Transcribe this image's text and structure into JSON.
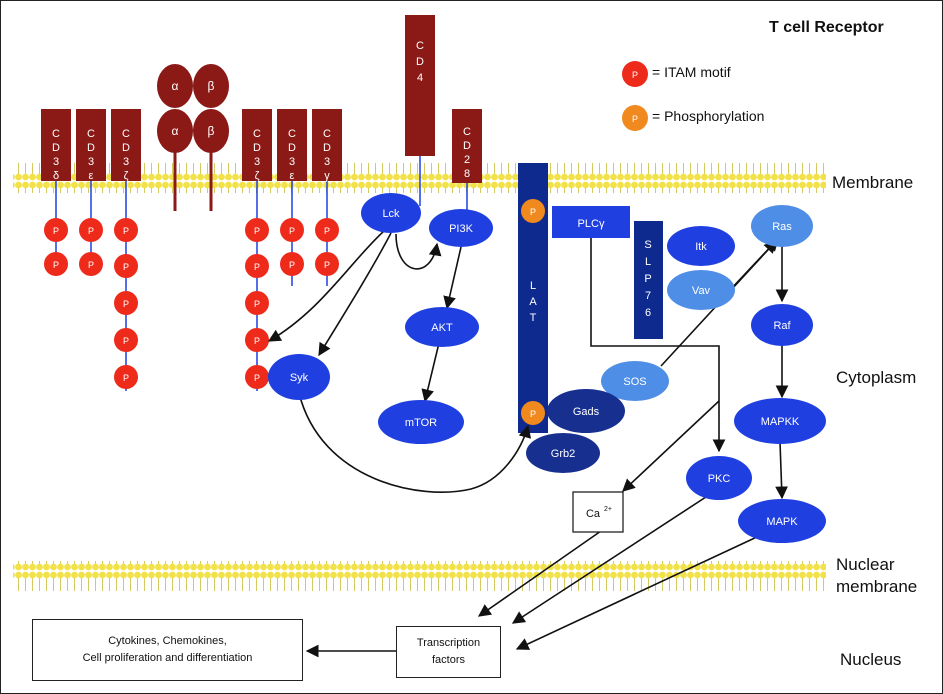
{
  "title": "T cell Receptor",
  "legend": [
    {
      "symbol": "P",
      "color": "#ee2a1b",
      "label": "= ITAM motif"
    },
    {
      "symbol": "P",
      "color": "#f08a1e",
      "label": "= Phosphorylation"
    }
  ],
  "regions": {
    "membrane": "Membrane",
    "cytoplasm": "Cytoplasm",
    "nuclear_membrane_line1": "Nuclear",
    "nuclear_membrane_line2": "membrane",
    "nucleus": "Nucleus"
  },
  "receptor_chains": [
    {
      "letters": [
        "C",
        "D",
        "3",
        "δ"
      ]
    },
    {
      "letters": [
        "C",
        "D",
        "3",
        "ε"
      ]
    },
    {
      "letters": [
        "C",
        "D",
        "3",
        "ζ"
      ]
    },
    {
      "letters": [
        "C",
        "D",
        "3",
        "ζ"
      ]
    },
    {
      "letters": [
        "C",
        "D",
        "3",
        "ε"
      ]
    },
    {
      "letters": [
        "C",
        "D",
        "3",
        "γ"
      ]
    }
  ],
  "tcr_subunits": [
    "α",
    "β",
    "α",
    "β"
  ],
  "cd4_letters": [
    "C",
    "D",
    "4"
  ],
  "cd28_letters": [
    "C",
    "D",
    "2",
    "8"
  ],
  "lat_letters": [
    "L",
    "A",
    "T"
  ],
  "slp76_letters": [
    "S",
    "L",
    "P",
    "7",
    "6"
  ],
  "itam_symbol": "P",
  "phospho_symbol": "P",
  "nodes": {
    "lck": "Lck",
    "pi3k": "PI3K",
    "akt": "AKT",
    "mtor": "mTOR",
    "syk": "Syk",
    "plcg": "PLCγ",
    "itk": "Itk",
    "vav": "Vav",
    "ras": "Ras",
    "raf": "Raf",
    "mapkk": "MAPKK",
    "mapk": "MAPK",
    "sos": "SOS",
    "gads": "Gads",
    "grb2": "Grb2",
    "pkc": "PKC"
  },
  "calcium": {
    "base": "Ca",
    "superscript": "2+"
  },
  "transcription_factors": [
    "Transcription",
    "factors"
  ],
  "outcome": [
    "Cytokines, Chemokines,",
    "Cell proliferation and differentiation"
  ],
  "colors": {
    "receptor": "#8b1a17",
    "itam": "#ee2a1b",
    "phosphorylation": "#f08a1e",
    "node_blue": "#1f3fe0",
    "node_dark": "#17308f",
    "node_light": "#4f8ee6",
    "lat": "#0f2a8f",
    "membrane_yellow": "#f2e24a"
  }
}
